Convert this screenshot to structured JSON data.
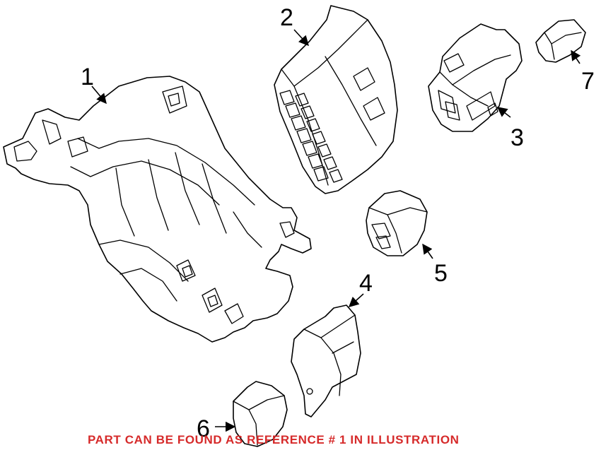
{
  "diagram": {
    "caption": "PART CAN BE FOUND AS REFERENCE # 1 IN ILLUSTRATION",
    "caption_color": "#d62a2a",
    "line_color": "#000000",
    "background": "#ffffff",
    "callouts": [
      "1",
      "2",
      "3",
      "4",
      "5",
      "6",
      "7"
    ]
  }
}
